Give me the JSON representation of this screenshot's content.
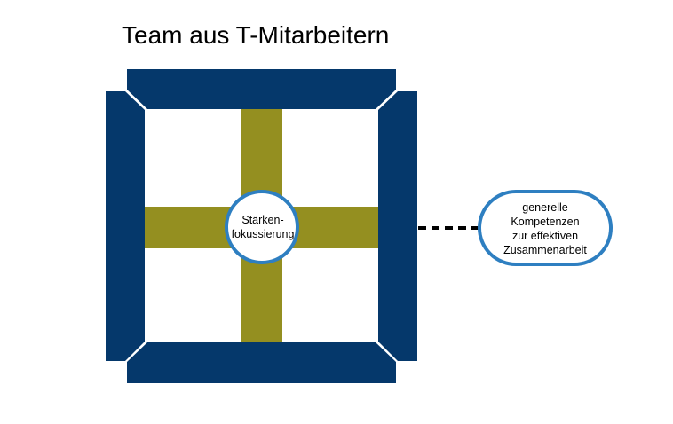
{
  "title": "Team aus T-Mitarbeitern",
  "center_node": {
    "line1": "Stärken-",
    "line2": "fokussierung"
  },
  "competence_node": {
    "line1": "generelle",
    "line2": "Kompetenzen",
    "line3": "zur effektiven",
    "line4": "Zusammenarbeit"
  },
  "colors": {
    "frame": "#05386B",
    "cross": "#948F20",
    "circle_stroke": "#2E7FC1",
    "connector": "#000000"
  }
}
